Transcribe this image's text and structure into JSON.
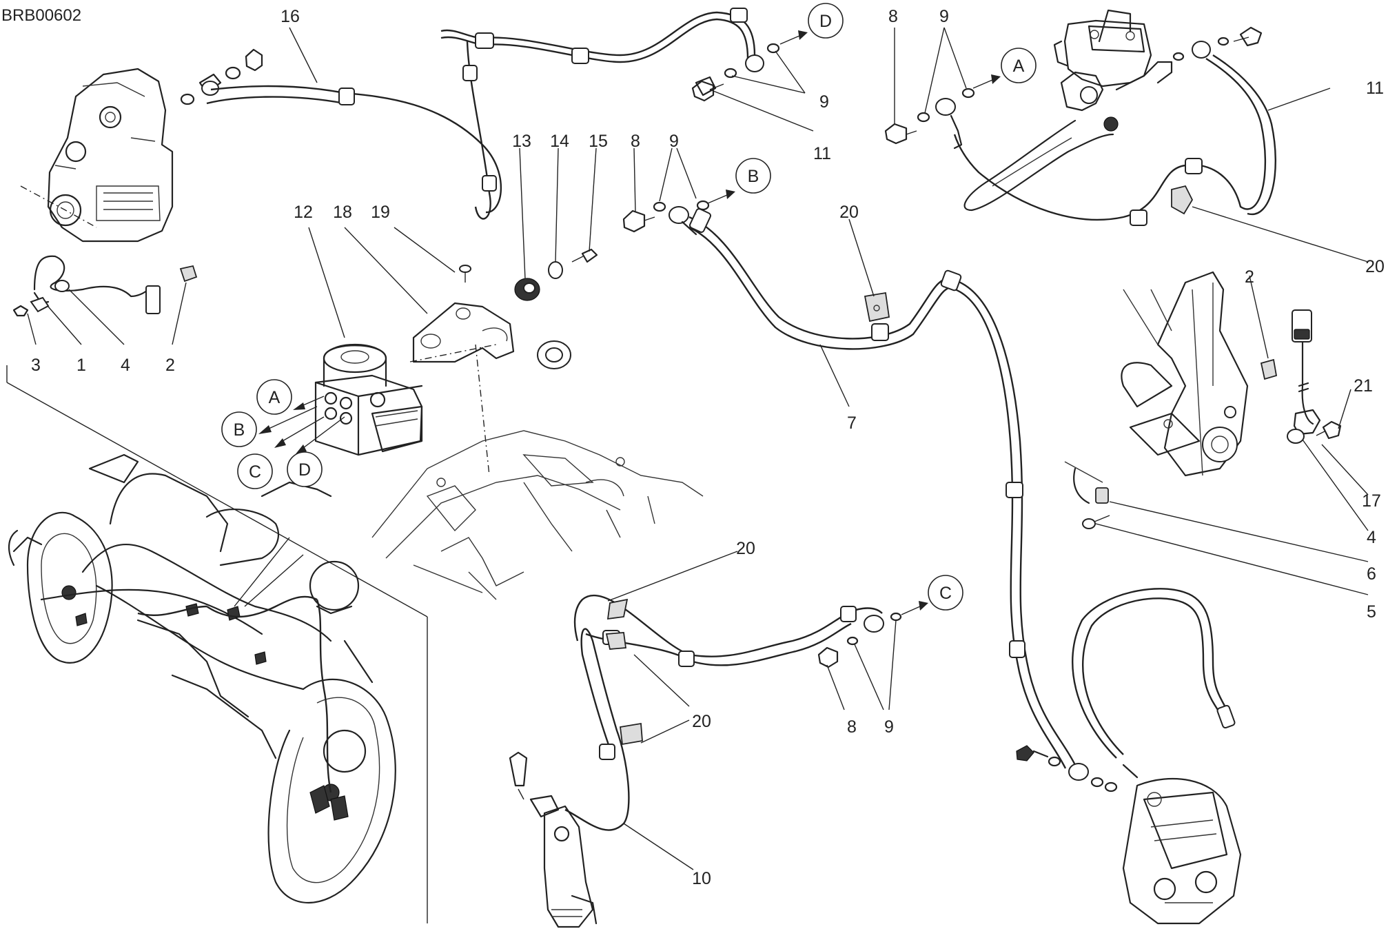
{
  "drawing_code": "BRB00602",
  "callouts": {
    "c1": "1",
    "c2a": "2",
    "c2b": "2",
    "c3": "3",
    "c4a": "4",
    "c4b": "4",
    "c5": "5",
    "c6": "6",
    "c7": "7",
    "c8a": "8",
    "c8b": "8",
    "c8c": "8",
    "c9a": "9",
    "c9b": "9",
    "c9c": "9",
    "c9d": "9",
    "c10": "10",
    "c11a": "11",
    "c11b": "11",
    "c12": "12",
    "c13": "13",
    "c14": "14",
    "c15": "15",
    "c16": "16",
    "c17": "17",
    "c18": "18",
    "c19": "19",
    "c20a": "20",
    "c20b": "20",
    "c20c": "20",
    "c20d": "20",
    "c21": "21"
  },
  "refs": {
    "A1": "A",
    "A2": "A",
    "B1": "B",
    "B2": "B",
    "C1": "C",
    "C2": "C",
    "D1": "D",
    "D2": "D"
  }
}
